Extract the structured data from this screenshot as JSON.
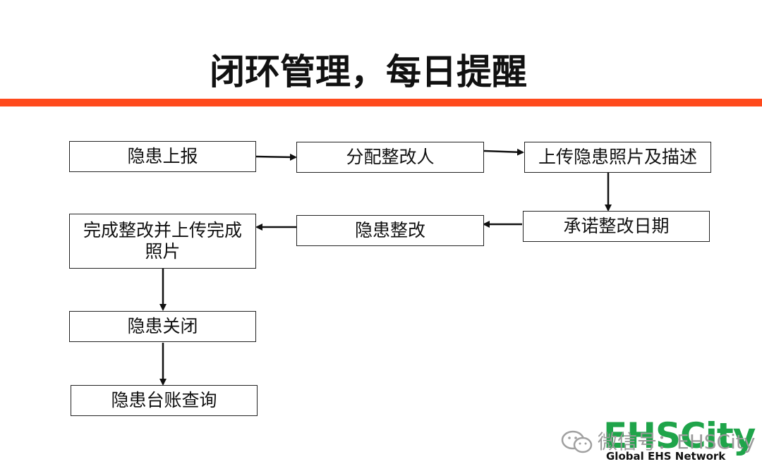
{
  "title": "闭环管理，每日提醒",
  "colors": {
    "accent_rule": "#ff4a1c",
    "box_border": "#222222",
    "arrow": "#111111",
    "logo_green": "#1fa44a"
  },
  "nodes": {
    "report": "隐患上报",
    "assign": "分配整改人",
    "upload_photo": "上传隐患照片及描述",
    "commit_date": "承诺整改日期",
    "rectify": "隐患整改",
    "complete": "完成整改并上传完成照片",
    "close": "隐患关闭",
    "ledger": "隐患台账查询"
  },
  "edges": [
    {
      "from": "report",
      "to": "assign"
    },
    {
      "from": "assign",
      "to": "upload_photo"
    },
    {
      "from": "upload_photo",
      "to": "commit_date"
    },
    {
      "from": "commit_date",
      "to": "rectify"
    },
    {
      "from": "rectify",
      "to": "complete"
    },
    {
      "from": "complete",
      "to": "close"
    },
    {
      "from": "close",
      "to": "ledger"
    }
  ],
  "watermark": {
    "icon": "wechat-icon",
    "wechat_label": "微信号：EHSCity",
    "logo_text": "EHSCity",
    "logo_subtitle": "Global EHS Network"
  }
}
